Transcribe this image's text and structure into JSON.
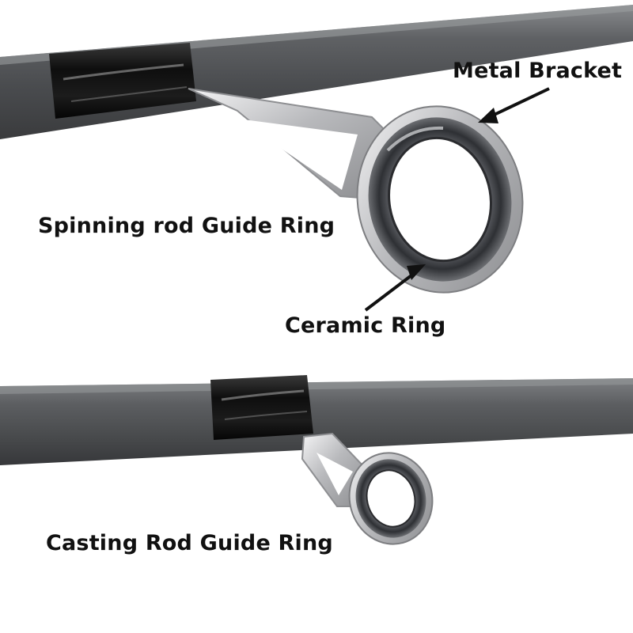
{
  "labels": {
    "metal_bracket": "Metal Bracket",
    "spinning_guide": "Spinning rod Guide Ring",
    "ceramic_ring": "Ceramic Ring",
    "casting_guide": "Casting Rod Guide Ring"
  },
  "colors": {
    "background": "#ffffff",
    "rod_blank": "#6b6d70",
    "wrap": "#1a1a1a",
    "metal_frame": "#c9cacd",
    "ceramic_insert": "#3d3f44",
    "label_text": "#111111",
    "arrow": "#111111"
  }
}
